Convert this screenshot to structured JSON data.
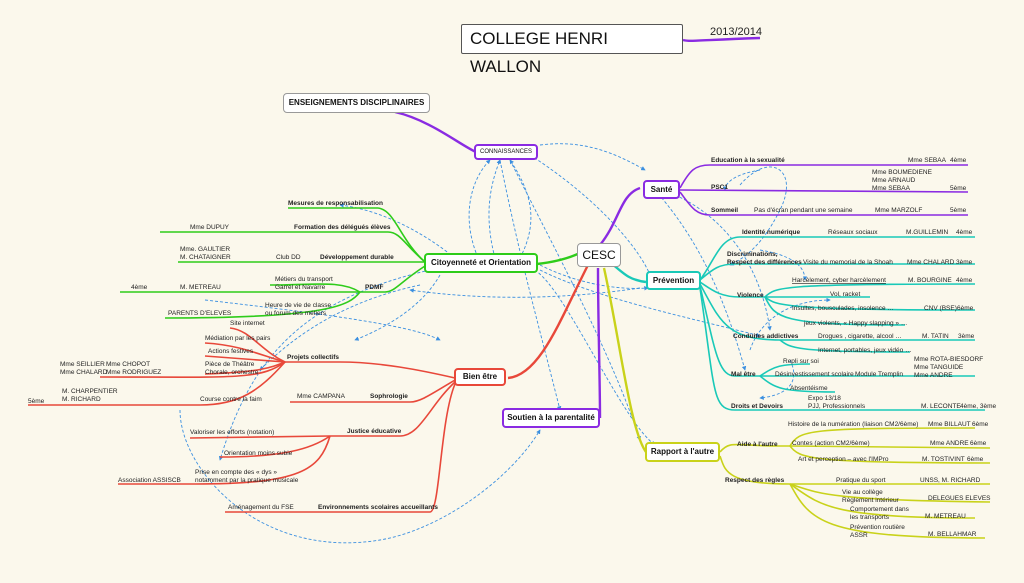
{
  "title": "COLLEGE HENRI WALLON",
  "year": "2013/2014",
  "center": "CESC",
  "enseignements": "ENSEIGNEMENTS DISCIPLINAIRES",
  "connaissances": "CONNAISSANCES",
  "colors": {
    "purple": "#8a2be2",
    "green": "#2ecc1a",
    "red": "#e8483a",
    "teal": "#19c9b8",
    "yellow": "#c9d21a",
    "dashed": "#3a8fe0"
  },
  "citoyennete": {
    "label": "Citoyenneté et Orientation",
    "mesures": "Mesures de responsabilisation",
    "formation": "Formation des délégués élèves",
    "dupuy": "Mme DUPUY",
    "dev": "Développement durable",
    "club": "Club DD",
    "gaultier": "Mme. GAULTIER",
    "chataigner": "M. CHATAIGNER",
    "pdmf": "PDMF",
    "metiers1": "Métiers du transport",
    "metiers2": "Garrel et Navarre",
    "quatrieme": "4ème",
    "metreau": "M. METREAU",
    "heure1": "Heure de vie de classe",
    "heure2": "ou forum des métiers",
    "parents": "PARENTS D'ELEVES"
  },
  "bienetre": {
    "label": "Bien être",
    "projets": "Projets collectifs",
    "site": "Site internet",
    "mediation": "Médiation par les pairs",
    "actions": "Actions festives",
    "piece": "Pièce de Théâtre",
    "chorale": "Chorale, orchestre",
    "seillier": "Mme SEILLIER",
    "chopot": "Mme CHOPOT",
    "chalard": "Mme CHALARD",
    "rodriguez": "Mme RODRIGUEZ",
    "course": "Course contre la faim",
    "cinquieme": "5ème",
    "charpentier": "M. CHARPENTIER",
    "richard": "M. RICHARD",
    "sophro": "Sophrologie",
    "campana": "Mme CAMPANA",
    "justice": "Justice éducative",
    "valoriser": "Valoriser les efforts (notation)",
    "orientation": "Orientation moins subie",
    "prise1": "Prise en compte des « dys »",
    "prise2": "notamment par la pratique musicale",
    "assoc": "Association ASSISCB",
    "env": "Environnements scolaires accueillants",
    "amenagement": "Aménagement du FSE"
  },
  "parentalite": "Soutien à la parentalité",
  "sante": {
    "label": "Santé",
    "educ": "Education à la sexualité",
    "sebaa1": "Mme SEBAA",
    "quatrieme1": "4ème",
    "psc1": "PSC1",
    "boumediene": "Mme BOUMEDIENE",
    "arnaud": "Mme ARNAUD",
    "sebaa2": "Mme SEBAA",
    "cinquieme": "5ème",
    "sommeil": "Sommeil",
    "pasecran": "Pas d'écran pendant une semaine",
    "marzolf": "Mme MARZOLF",
    "cinquieme2": "5ème"
  },
  "prevention": {
    "label": "Prévention",
    "identite": "Identité numérique",
    "reseaux": "Réseaux sociaux",
    "guillemin": "M.GUILLEMIN",
    "q1": "4ème",
    "discrim1": "Discriminations,",
    "discrim2": "Respect des différences",
    "shoah": "Visite du memorial de la Shoah",
    "chalard": "Mme CHALARD",
    "t1": "3ème",
    "violence": "Violence",
    "harcel": "Harcèlement, cyber harcèlement",
    "bourgine": "M. BOURGINE",
    "q2": "4ème",
    "vol": "Vol, racket",
    "insultes": "Insultes, bousculades, insolence …",
    "cnv": "CNV (BSE)",
    "s1": "6ème",
    "jeux": "jeux violents, « Happy slapping » …",
    "conduites": "Conduites addictives",
    "drogues": "Drogues , cigarette, alcool …",
    "tatin": "M. TATIN",
    "t2": "3ème",
    "internet": "Internet, portables, jeux vidéo …",
    "malettre": "Mal être",
    "repli": "Repli sur soi",
    "desinv": "Désinvestissement scolaire",
    "tremplin": "Module Tremplin",
    "rota": "Mme ROTA-BIESDORF",
    "tanguide": "Mme TANGUIDE",
    "andre": "Mme ANDRE",
    "absent": "Absentéisme",
    "droits": "Droits et Devoirs",
    "expo": "Expo 13/18",
    "pjj": "PJJ, Professionnels",
    "leconte": "M. LECONTE",
    "qt": "4ème, 3ème"
  },
  "rapport": {
    "label": "Rapport à l'autre",
    "aide": "Aide à l'autre",
    "histoire": "Histoire de la numération (liaison CM2/6ème)",
    "billaut": "Mme BILLAUT",
    "s1": "6ème",
    "contes": "Contes (action CM2/6ème)",
    "andre": "Mme ANDRE",
    "s2": "6ème",
    "art": "Art et perception – avec l'IMPro",
    "tostivint": "M. TOSTIVINT",
    "s3": "6ème",
    "respect": "Respect des règles",
    "sport": "Pratique du sport",
    "unss": "UNSS, M. RICHARD",
    "vie1": "Vie au collège",
    "vie2": "Règlement intérieur",
    "delegues": "DELEGUES ELEVES",
    "comp1": "Comportement dans",
    "comp2": "les transports",
    "metreau": "M. METREAU",
    "prev1": "Prévention routière",
    "prev2": "ASSR",
    "bellahmar": "M. BELLAHMAR"
  }
}
